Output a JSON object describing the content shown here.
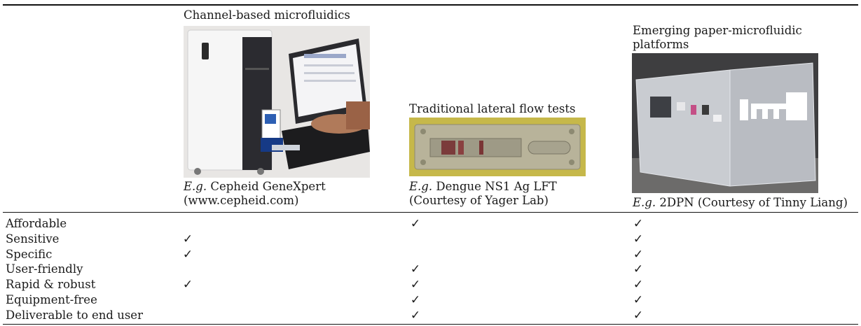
{
  "columns": [
    {
      "heading": "Channel-based microfluidics",
      "caption_prefix": "E.g.",
      "caption_rest": " Cepheid GeneXpert",
      "caption_line2": "(www.cepheid.com)",
      "image_icon": "genexpert-instrument-photo"
    },
    {
      "heading": "Traditional lateral flow tests",
      "caption_prefix": "E.g.",
      "caption_rest": " Dengue NS1 Ag LFT",
      "caption_line2": "(Courtesy of Yager Lab)",
      "image_icon": "lateral-flow-strip-photo"
    },
    {
      "heading_line1": "Emerging paper-microfluidic",
      "heading_line2": "platforms",
      "caption_prefix": "E.g.",
      "caption_rest": " 2DPN (Courtesy of Tinny Liang)",
      "image_icon": "2dpn-card-photo"
    }
  ],
  "criteria": [
    {
      "label": "Affordable",
      "checks": [
        false,
        true,
        true
      ]
    },
    {
      "label": "Sensitive",
      "checks": [
        true,
        false,
        true
      ]
    },
    {
      "label": "Specific",
      "checks": [
        true,
        false,
        true
      ]
    },
    {
      "label": "User-friendly",
      "checks": [
        false,
        true,
        true
      ]
    },
    {
      "label": "Rapid & robust",
      "checks": [
        true,
        true,
        true
      ]
    },
    {
      "label": "Equipment-free",
      "checks": [
        false,
        true,
        true
      ]
    },
    {
      "label": "Deliverable to end user",
      "checks": [
        false,
        true,
        true
      ]
    }
  ],
  "check_symbol": "✓"
}
